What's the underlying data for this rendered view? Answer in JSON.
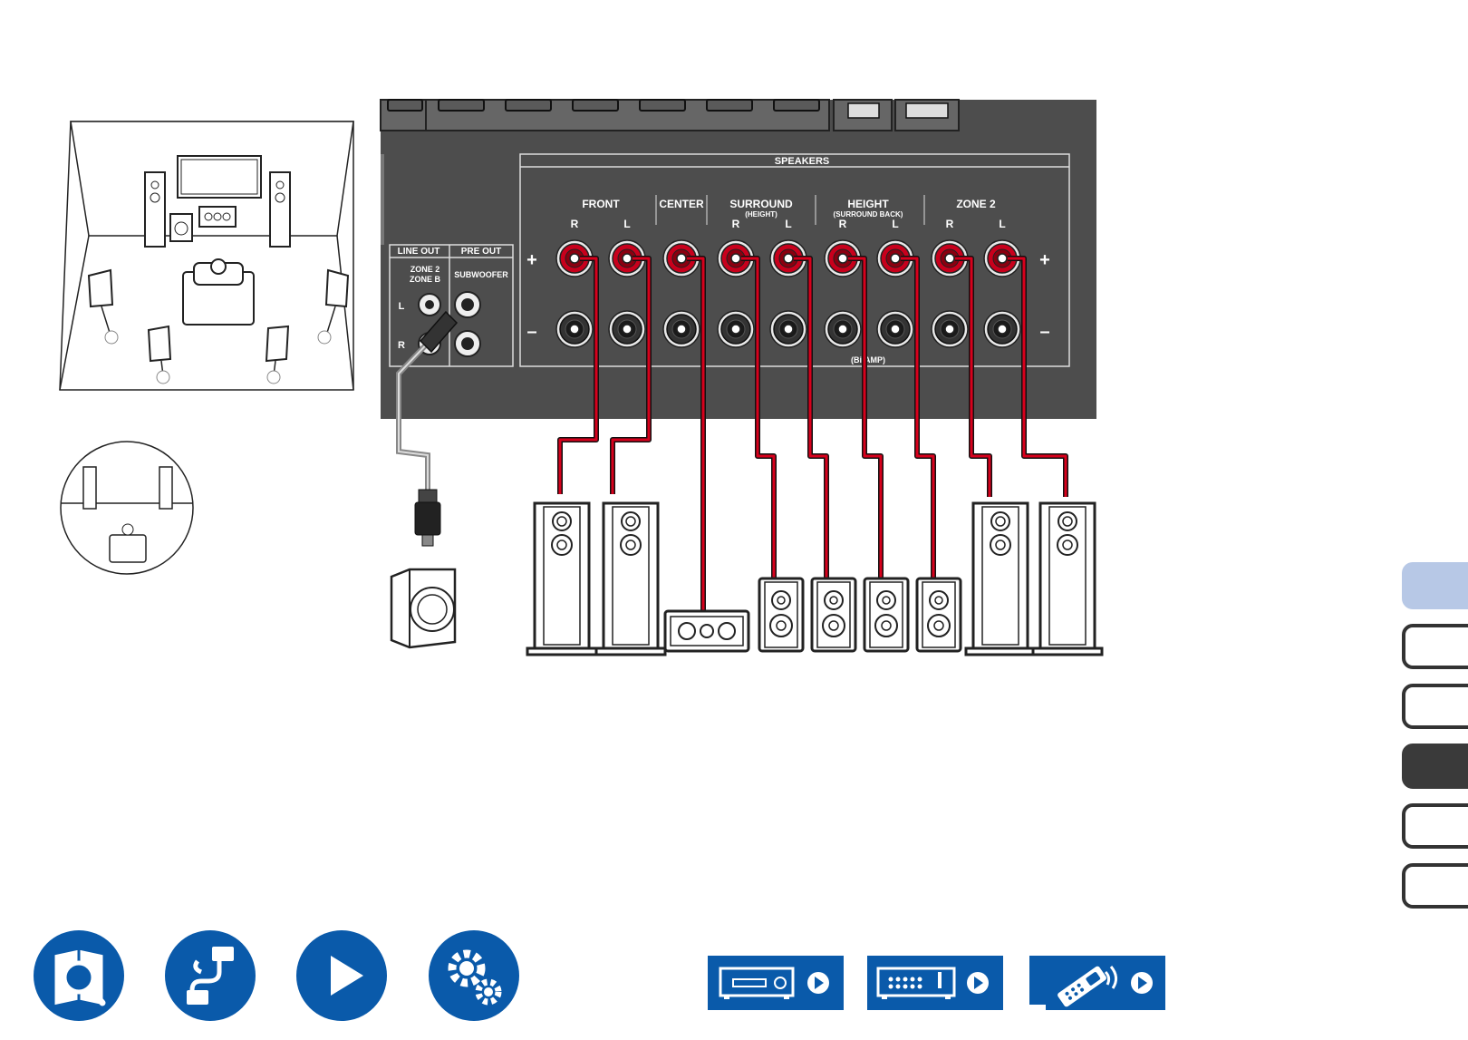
{
  "panel": {
    "speakers_title": "SPEAKERS",
    "groups": [
      {
        "name": "FRONT",
        "sub": "",
        "channels": [
          "R",
          "L"
        ]
      },
      {
        "name": "CENTER",
        "sub": "",
        "channels": []
      },
      {
        "name": "SURROUND",
        "sub": "(HEIGHT)",
        "channels": [
          "R",
          "L"
        ]
      },
      {
        "name": "HEIGHT",
        "sub": "(SURROUND BACK)",
        "channels": [
          "R",
          "L"
        ]
      },
      {
        "name": "ZONE 2",
        "sub": "",
        "channels": [
          "R",
          "L"
        ]
      }
    ],
    "plus_label": "+",
    "minus_label": "–",
    "biamp_label": "(Bi-AMP)",
    "line_out_label": "LINE OUT",
    "pre_out_label": "PRE OUT",
    "zone2_label": "ZONE 2",
    "zoneb_label": "ZONE B",
    "subwoofer_label": "SUBWOOFER",
    "jack_l_label": "L",
    "jack_r_label": "R"
  },
  "side_tabs": [
    {
      "name": "tab-1",
      "state": "selected-light"
    },
    {
      "name": "tab-2",
      "state": "normal"
    },
    {
      "name": "tab-3",
      "state": "normal"
    },
    {
      "name": "tab-4",
      "state": "active-dark"
    },
    {
      "name": "tab-5",
      "state": "normal"
    },
    {
      "name": "tab-6",
      "state": "normal"
    }
  ],
  "bottom_nav": [
    {
      "name": "manual-search-icon"
    },
    {
      "name": "connection-cable-icon"
    },
    {
      "name": "playback-icon"
    },
    {
      "name": "settings-gears-icon"
    }
  ],
  "device_links": [
    {
      "name": "front-panel-link",
      "icon": "front-panel-icon"
    },
    {
      "name": "rear-panel-link",
      "icon": "rear-panel-icon"
    },
    {
      "name": "remote-controller-link",
      "icon": "remote-icon"
    }
  ],
  "colors": {
    "panel_bg": "#4d4d4d",
    "nav_blue": "#0a5aaa",
    "tab_light": "#b7c8e6",
    "tab_dark": "#3a3a3a",
    "wire_red": "#d8001c"
  }
}
